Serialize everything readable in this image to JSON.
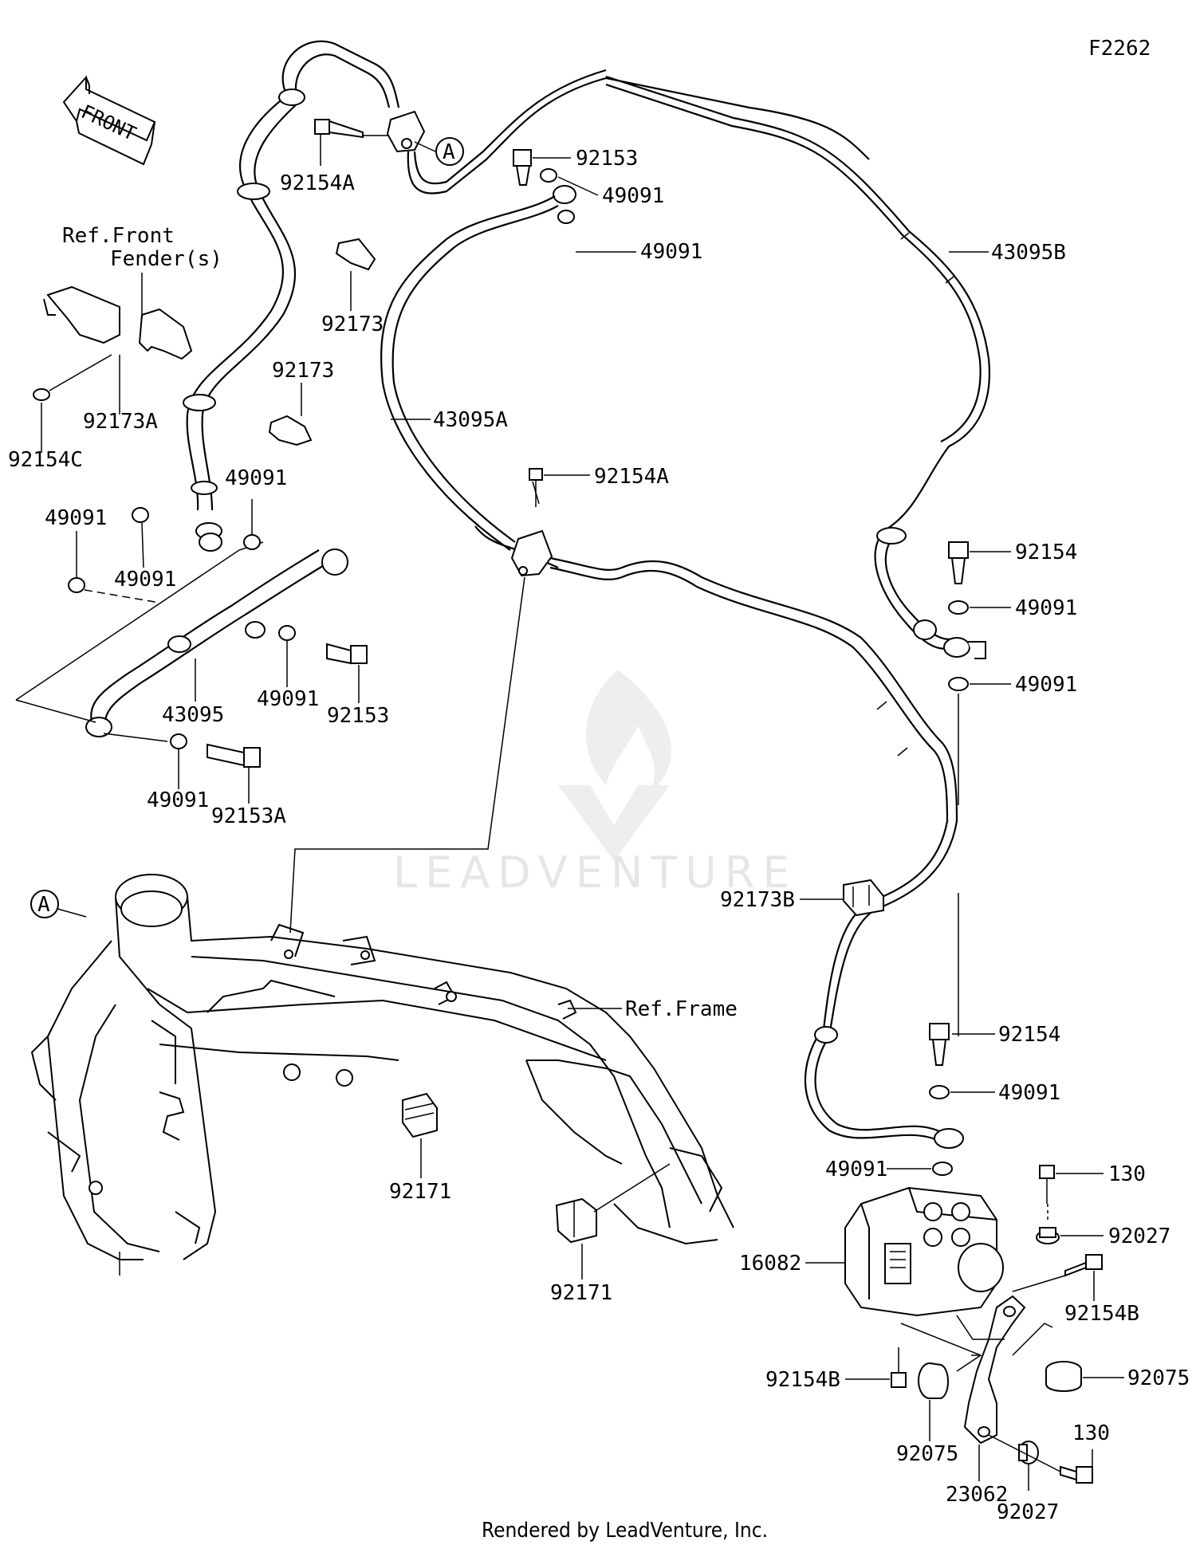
{
  "diagram_code": "F2262",
  "front_label": "FRONT",
  "footer": "Rendered by LeadVenture, Inc.",
  "watermark": "LEADVENTURE",
  "callout_a": "A",
  "labels": {
    "l_92154A_top": "92154A",
    "l_92153_top": "92153",
    "l_49091_a": "49091",
    "l_49091_b": "49091",
    "l_43095B": "43095B",
    "l_ref_front": "Ref.Front",
    "l_fenders": "Fender(s)",
    "l_92173_a": "92173",
    "l_92173_b": "92173",
    "l_92173A": "92173A",
    "l_92154C": "92154C",
    "l_43095A": "43095A",
    "l_92154A_mid": "92154A",
    "l_49091_c": "49091",
    "l_49091_d": "49091",
    "l_49091_e": "49091",
    "l_92154_a": "92154",
    "l_49091_f": "49091",
    "l_49091_g": "49091",
    "l_43095": "43095",
    "l_49091_h": "49091",
    "l_92153_b": "92153",
    "l_49091_i": "49091",
    "l_92153A": "92153A",
    "l_92173B": "92173B",
    "l_ref_frame": "Ref.Frame",
    "l_92154_b": "92154",
    "l_49091_j": "49091",
    "l_49091_k": "49091",
    "l_130_a": "130",
    "l_92027_a": "92027",
    "l_16082": "16082",
    "l_92154B_a": "92154B",
    "l_92171_a": "92171",
    "l_92171_b": "92171",
    "l_92075_a": "92075",
    "l_92154B_b": "92154B",
    "l_92075_b": "92075",
    "l_130_b": "130",
    "l_23062": "23062",
    "l_92027_b": "92027"
  }
}
